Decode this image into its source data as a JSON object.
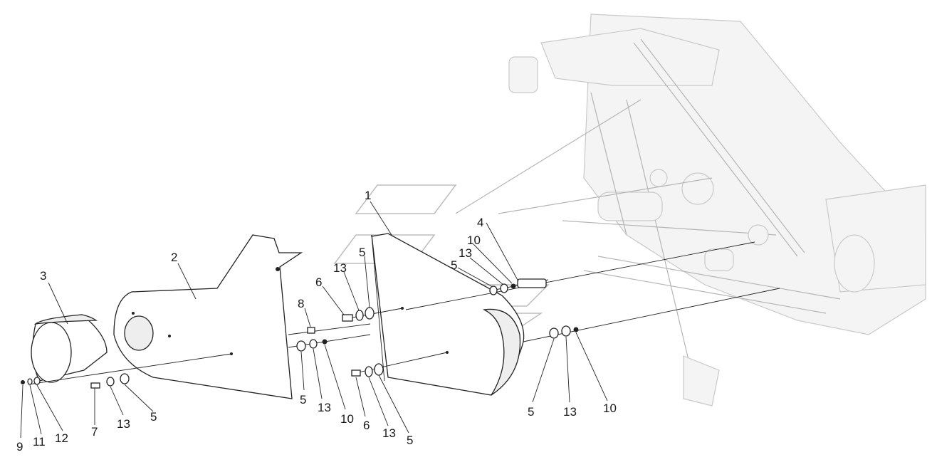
{
  "figure": {
    "callouts": [
      {
        "id": "c1",
        "text": "1"
      },
      {
        "id": "c2",
        "text": "2"
      },
      {
        "id": "c3",
        "text": "3"
      },
      {
        "id": "c4",
        "text": "4"
      },
      {
        "id": "c5a",
        "text": "5"
      },
      {
        "id": "c5b",
        "text": "5"
      },
      {
        "id": "c5c",
        "text": "5"
      },
      {
        "id": "c5d",
        "text": "5"
      },
      {
        "id": "c5e",
        "text": "5"
      },
      {
        "id": "c5f",
        "text": "5"
      },
      {
        "id": "c6a",
        "text": "6"
      },
      {
        "id": "c6b",
        "text": "6"
      },
      {
        "id": "c7",
        "text": "7"
      },
      {
        "id": "c8",
        "text": "8"
      },
      {
        "id": "c9",
        "text": "9"
      },
      {
        "id": "c10a",
        "text": "10"
      },
      {
        "id": "c10b",
        "text": "10"
      },
      {
        "id": "c10c",
        "text": "10"
      },
      {
        "id": "c11",
        "text": "11"
      },
      {
        "id": "c12",
        "text": "12"
      },
      {
        "id": "c13a",
        "text": "13"
      },
      {
        "id": "c13b",
        "text": "13"
      },
      {
        "id": "c13c",
        "text": "13"
      },
      {
        "id": "c13d",
        "text": "13"
      },
      {
        "id": "c13e",
        "text": "13"
      }
    ]
  }
}
